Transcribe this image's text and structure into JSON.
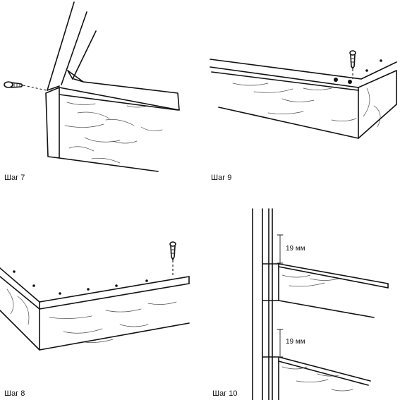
{
  "steps": [
    {
      "label": "Шаг 7"
    },
    {
      "label": "Шаг 9"
    },
    {
      "label": "Шаг 8"
    },
    {
      "label": "Шаг 10"
    }
  ],
  "dimensions": [
    {
      "label": "19 мм"
    },
    {
      "label": "19 мм"
    }
  ]
}
